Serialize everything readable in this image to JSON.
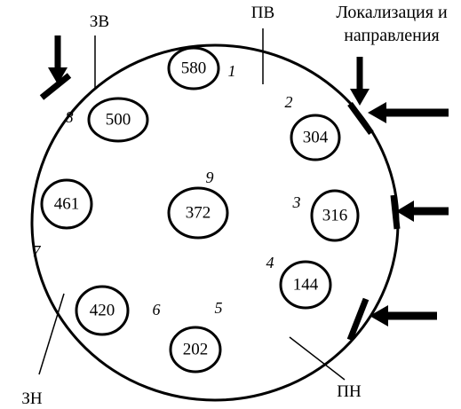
{
  "caption_line1": "Локализация и",
  "caption_line2": "направления",
  "region_labels": {
    "top_left": "ЗВ",
    "top_right": "ПВ",
    "bottom_left": "ЗН",
    "bottom_right": "ПН"
  },
  "cells": [
    {
      "value": "580",
      "index": "1"
    },
    {
      "value": "304",
      "index": "2"
    },
    {
      "value": "316",
      "index": "3"
    },
    {
      "value": "144",
      "index": "4"
    },
    {
      "value": "202",
      "index": "5"
    },
    {
      "value": "420",
      "index": "6"
    },
    {
      "value": "461",
      "index": "7"
    },
    {
      "value": "500",
      "index": "8"
    },
    {
      "value": "372",
      "index": "9"
    }
  ],
  "colors": {
    "stroke": "#000000",
    "background": "#ffffff"
  }
}
